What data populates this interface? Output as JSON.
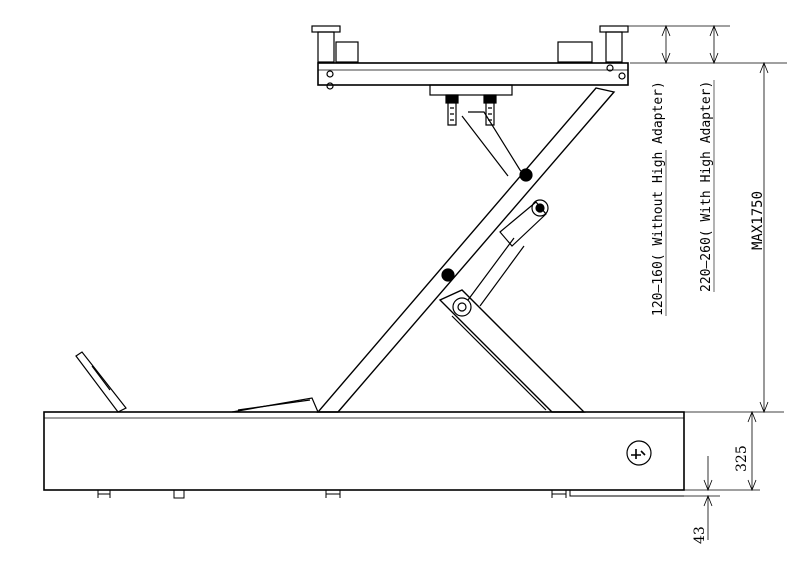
{
  "dimensions": {
    "height_without_adapter": "120—160( Without High Adapter)",
    "height_with_adapter": "220—260( With High Adapter)",
    "max_height": "MAX1750",
    "base_height": "325",
    "foot_height": "43"
  },
  "colors": {
    "line": "#000000",
    "background": "#ffffff"
  }
}
